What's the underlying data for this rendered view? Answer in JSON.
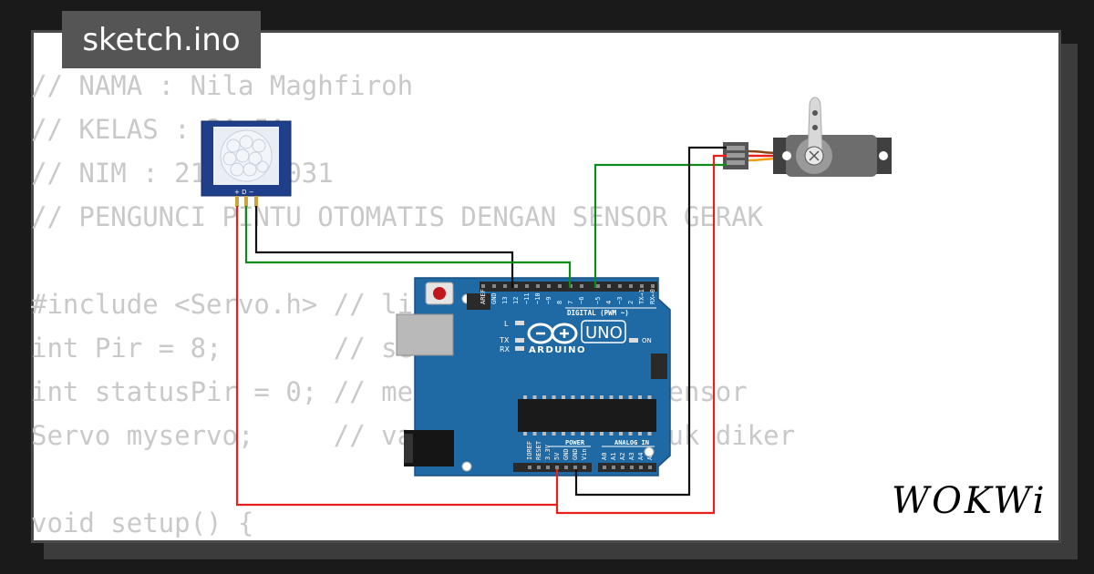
{
  "file_tab": {
    "label": "sketch.ino"
  },
  "code_lines": [
    "// NAMA : Nila Maghfiroh",
    "// KELAS : 2A-5A",
    "// NIM : 2108066031",
    "// PENGUNCI PINTU OTOMATIS DENGAN SENSOR GERAK",
    "",
    "#include <Servo.h> // library servo",
    "int Pir = 8;       // sensor PIR pin 8",
    "int statusPir = 0; // menampung status sensor",
    "Servo myservo;     // variabel servo untuk diker",
    "",
    "void setup() {"
  ],
  "arduino": {
    "brand": "ARDUINO",
    "model": "UNO",
    "digital_label": "DIGITAL (PWM ~)",
    "power_label": "POWER",
    "analog_label": "ANALOG IN",
    "on_label": "ON",
    "led_l": "L",
    "led_tx": "TX",
    "led_rx": "RX",
    "top_pins": [
      "AREF",
      "GND",
      "13",
      "12",
      "~11",
      "~10",
      "~9",
      "8",
      "7",
      "~6",
      "~5",
      "4",
      "~3",
      "2",
      "TX→1",
      "RX←0"
    ],
    "power_pins": [
      "IOREF",
      "RESET",
      "3.3V",
      "5V",
      "GND",
      "GND",
      "Vin"
    ],
    "analog_pins": [
      "A0",
      "A1",
      "A2",
      "A3",
      "A4",
      "A5"
    ]
  },
  "pir": {
    "pin_labels": "+ D −"
  },
  "logo": {
    "text": "WOKWi"
  },
  "colors": {
    "board": "#1f6aa5",
    "wire_red": "#e8201c",
    "wire_green": "#0f8a1c",
    "wire_black": "#111111",
    "code_text": "#c9c9c9"
  }
}
